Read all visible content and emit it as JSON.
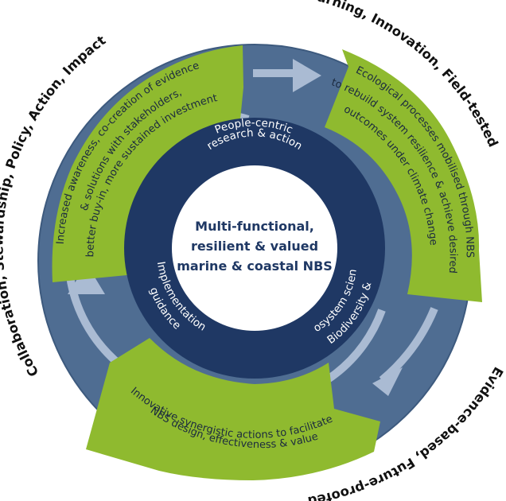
{
  "colors": {
    "outer_ring": "#4f6d92",
    "outer_ring_edge": "#3d5a7e",
    "green_segment": "#8fba2f",
    "inner_ring": "#1f3864",
    "center": "#ffffff",
    "arrow": "#aabbd3",
    "outer_text": "#111111",
    "center_text": "#1f3864"
  },
  "outer_labels": {
    "top": "Discovery, Learning, Innovation, Field-tested",
    "bottom_right": "Evidence-based, Future-proofed",
    "left": "Collaboration, Stewardship, Policy, Action, Impact"
  },
  "segments": {
    "top_right": [
      "Ecological processes mobilised through NBS",
      "to rebuild system resilience & achieve desired",
      "outcomes under climate change"
    ],
    "bottom": [
      "Innovative synergistic actions to facilitate",
      "NBS design, effectiveness & value"
    ],
    "top_left": [
      "Increased awareness, co-creation of evidence",
      "& solutions with stakeholders,",
      "better buy-in, more sustained investment"
    ]
  },
  "inner_ring": {
    "top": [
      "People-centric",
      "research & action"
    ],
    "right": [
      "Biodiversity &",
      "ecosystem science"
    ],
    "left": [
      "Implementation",
      "guidance"
    ]
  },
  "center": {
    "lines": [
      "Multi-functional,",
      "resilient & valued",
      "marine & coastal NBS"
    ]
  },
  "icons": [
    "cycle-arrow-icon"
  ]
}
